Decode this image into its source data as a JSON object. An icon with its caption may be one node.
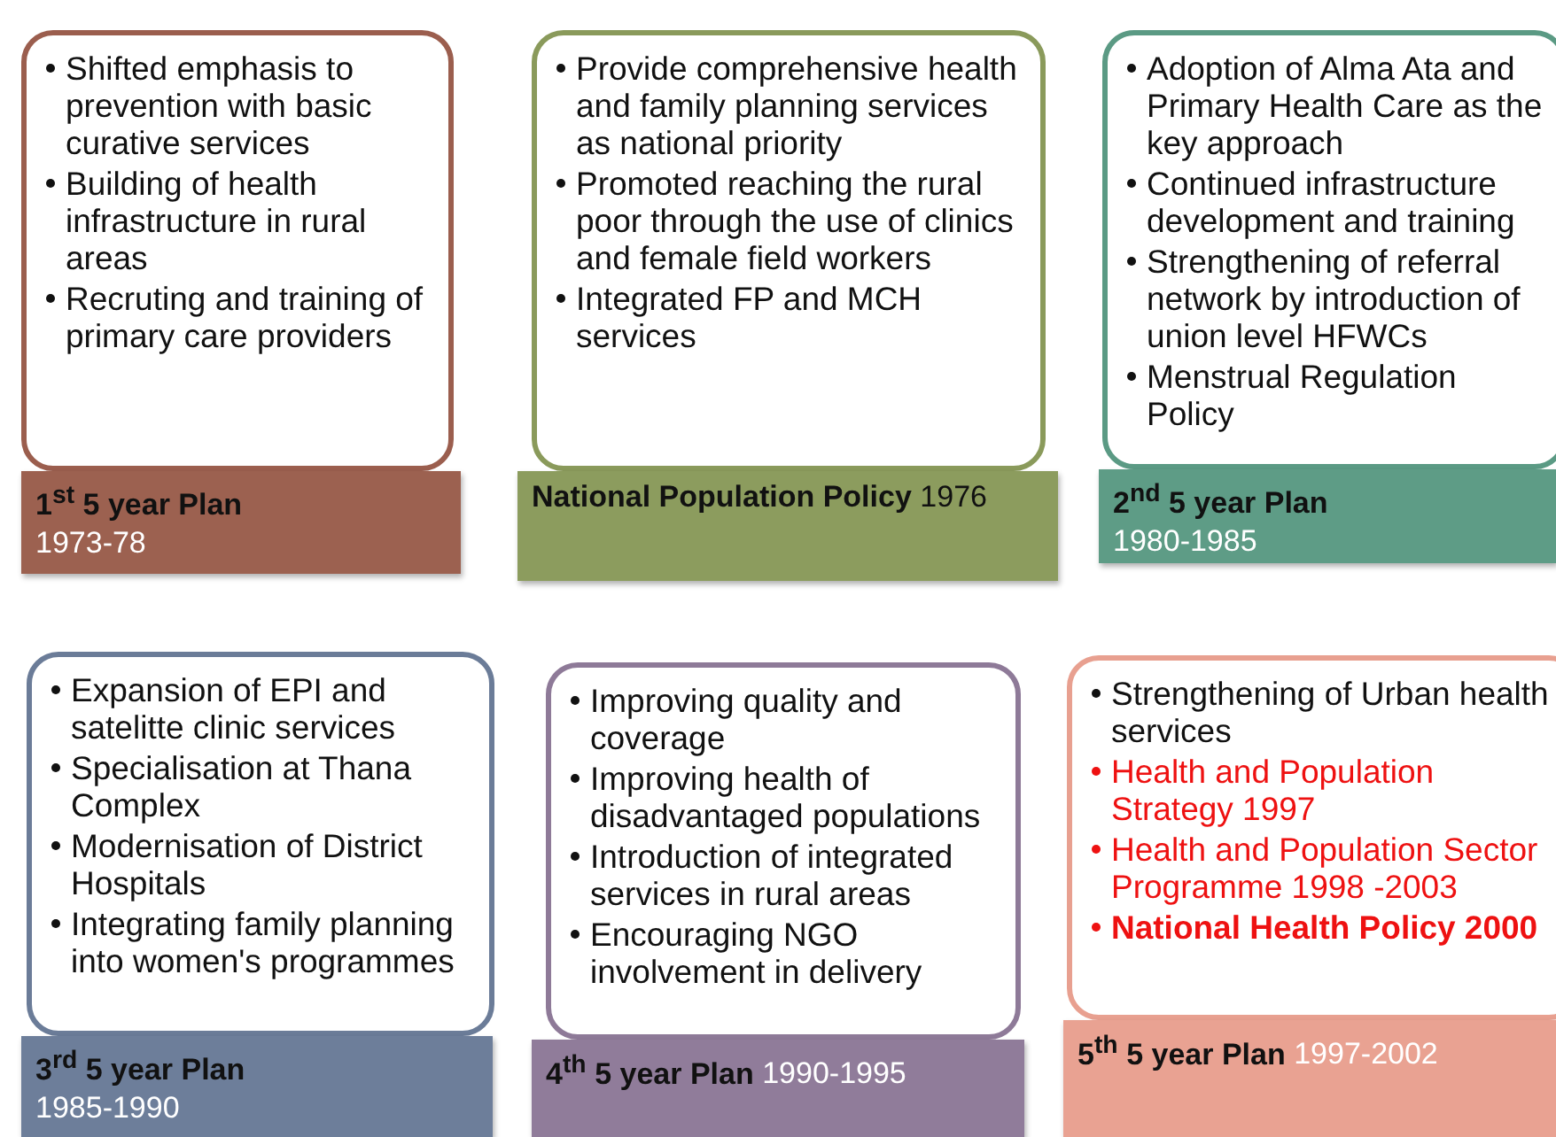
{
  "diagram": {
    "nodes": [
      {
        "text": [
          "Shifted emphasis to prevention with basic curative services",
          "Building of health infrastructure in rural areas",
          "Recruting and training of primary care providers"
        ]
      },
      {
        "text": [
          "1$^{st}$ 5 year Plan",
          "1973-78"
        ]
      },
      {
        "text": [
          "Provide comprehensive health and family planning services  as national priority",
          "Promoted reaching the rural poor through the use of clinics and female field workers",
          "Integrated FP and  MCH services"
        ]
      },
      {
        "text": [
          "National  Population Policy",
          "1976"
        ]
      },
      {
        "text": [
          "Adoption of Alma Ata and Primary Health Care as the key approach",
          "Continued infrastructure development and training",
          "Strengthening of referral network by introduction of union level HFWCs",
          "Menstrual Regulation Policy"
        ]
      },
      {
        "text": [
          "2$^{nd}$ 5 year Plan",
          "1980-1985"
        ]
      },
      {
        "text": [
          "Expansion of EPI and satelitte clinic services",
          "Specialisation at Thana Complex",
          "Modernisation of District Hospitals",
          "Integrating family planning into women's programmes"
        ]
      },
      {
        "text": [
          "3$^{rd}$ 5 year Plan",
          "1985-1990"
        ]
      },
      {
        "text": [
          "Improving quality and coverage",
          "Improving health of disadvantaged populations",
          "Introduction of integrated services in rural areas",
          "Encouraging NGO involvement in delivery"
        ]
      },
      {
        "text": [
          "4$^{th}$ 5 year Plan",
          "1990-1995"
        ]
      },
      {
        "text": [
          "Strengthening of Urban health services",
          "Health and Population Strategy 1997",
          "Health and Population Sector Programme 1998 -2003",
          "National Health Policy 2000"
        ]
      },
      {
        "text": [
          "5$^{th}$ 5 year Plan",
          "1997-2002"
        ]
      }
    ]
  }
}
